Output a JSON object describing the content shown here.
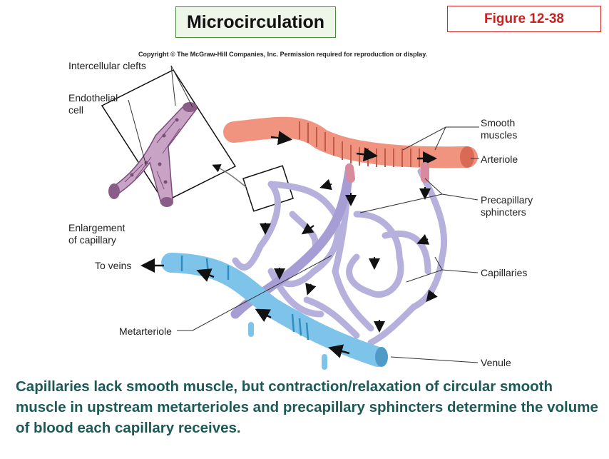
{
  "title": "Microcirculation",
  "figure_label": "Figure 12-38",
  "copyright": "Copyright © The McGraw-Hill Companies, Inc. Permission required for reproduction or display.",
  "labels": {
    "intercellular_clefts": "Intercellular clefts",
    "endothelial_cell": "Endothelial\ncell",
    "enlargement": "Enlargement\nof capillary",
    "to_veins": "To veins",
    "metarteriole": "Metarteriole",
    "smooth_muscles": "Smooth\nmuscles",
    "arteriole": "Arteriole",
    "precapillary": "Precapillary\nsphincters",
    "capillaries": "Capillaries",
    "venule": "Venule"
  },
  "caption": "Capillaries lack smooth muscle, but contraction/relaxation of circular smooth muscle in upstream metarterioles and precapillary sphincters determine the volume of blood each capillary receives.",
  "colors": {
    "arteriole": "#f0937f",
    "venule": "#7ec3ea",
    "capillary": "#b6b0dc",
    "enlargement": "#c9a3c6",
    "caption": "#1d5a57"
  }
}
